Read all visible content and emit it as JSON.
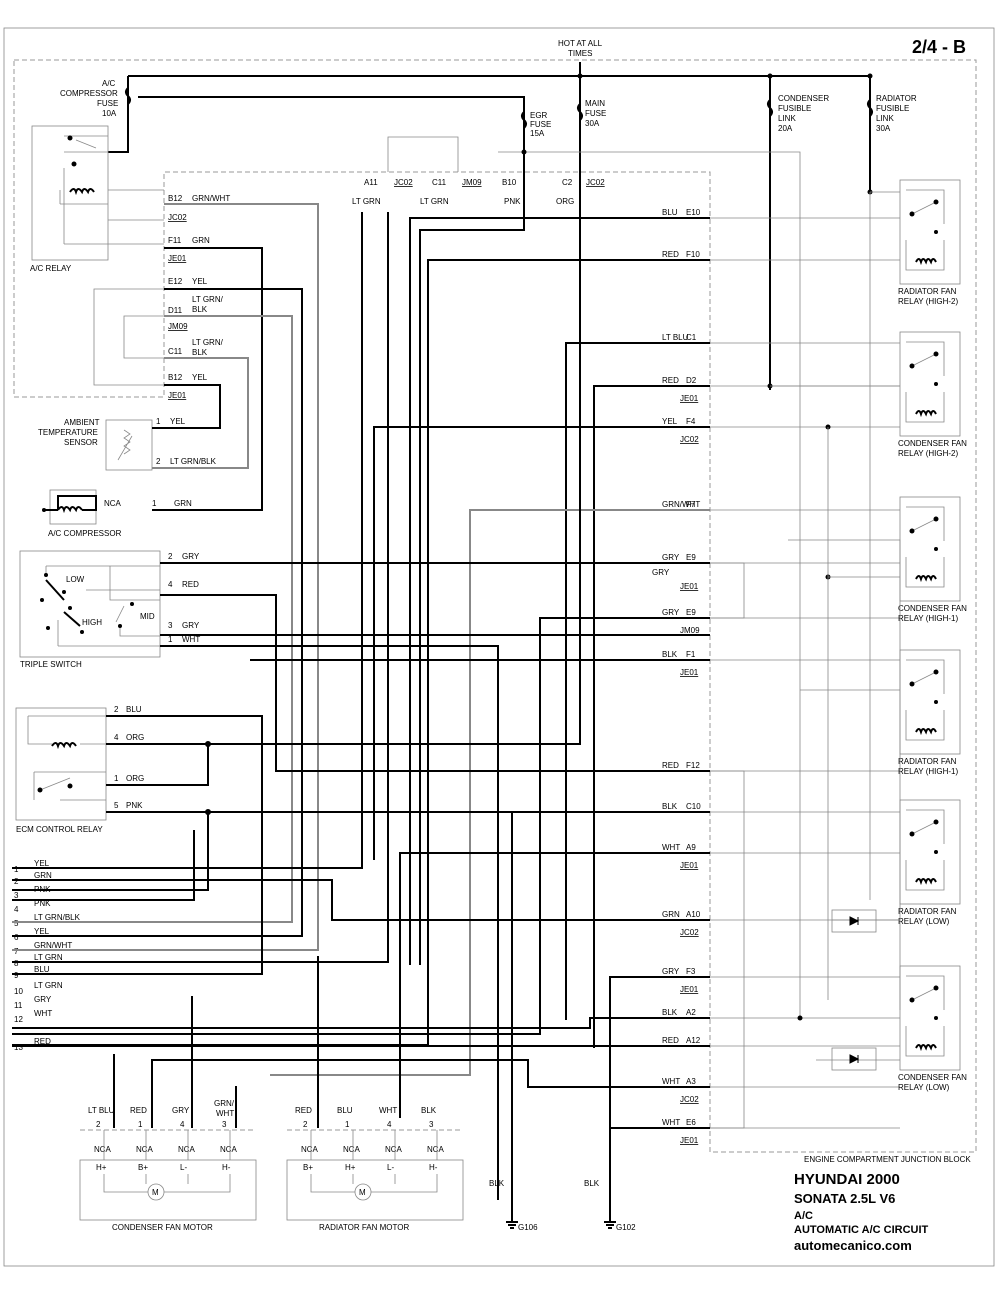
{
  "header": {
    "page_code": "2/4 - B",
    "power_label_1": "HOT AT ALL",
    "power_label_2": "TIMES"
  },
  "footer": {
    "brand": "HYUNDAI  2000",
    "model": "SONATA  2.5L  V6",
    "system": "A/C",
    "circuit": "AUTOMATIC A/C CIRCUIT",
    "site": "automecanico.com",
    "block_label": "ENGINE COMPARTMENT JUNCTION BLOCK"
  },
  "fuses": {
    "ac_comp": [
      "A/C",
      "COMPRESSOR",
      "FUSE",
      "10A"
    ],
    "egr": [
      "EGR",
      "FUSE",
      "15A"
    ],
    "main": [
      "MAIN",
      "FUSE",
      "30A"
    ],
    "condenser_link": [
      "CONDENSER",
      "FUSIBLE",
      "LINK",
      "20A"
    ],
    "radiator_link": [
      "RADIATOR",
      "FUSIBLE",
      "LINK",
      "30A"
    ]
  },
  "components": {
    "ac_relay": "A/C RELAY",
    "ambient_1": "AMBIENT",
    "ambient_2": "TEMPERATURE",
    "ambient_3": "SENSOR",
    "ac_compressor": "A/C COMPRESSOR",
    "triple_switch": "TRIPLE SWITCH",
    "ecm_relay": "ECM CONTROL RELAY",
    "condenser_motor": "CONDENSER FAN MOTOR",
    "radiator_motor": "RADIATOR FAN MOTOR",
    "ts_low": "LOW",
    "ts_high": "HIGH",
    "ts_mid": "MID",
    "nca": "NCA"
  },
  "relays": [
    {
      "l1": "RADIATOR FAN",
      "l2": "RELAY (HIGH-2)"
    },
    {
      "l1": "CONDENSER FAN",
      "l2": "RELAY (HIGH-2)"
    },
    {
      "l1": "CONDENSER FAN",
      "l2": "RELAY (HIGH-1)"
    },
    {
      "l1": "RADIATOR FAN",
      "l2": "RELAY (HIGH-1)"
    },
    {
      "l1": "RADIATOR FAN",
      "l2": "RELAY (LOW)"
    },
    {
      "l1": "CONDENSER FAN",
      "l2": "RELAY (LOW)"
    }
  ],
  "top_pins": [
    {
      "pin": "A11",
      "conn": "JC02",
      "wire": "LT GRN"
    },
    {
      "pin": "C11",
      "conn": "JM09",
      "wire": "LT GRN"
    },
    {
      "pin": "B10",
      "conn": "",
      "wire": "PNK"
    },
    {
      "pin": "C2",
      "conn": "JC02",
      "wire": "ORG"
    }
  ],
  "left_pins": [
    {
      "pin": "B12",
      "wire": "GRN/WHT",
      "conn": "JC02"
    },
    {
      "pin": "F11",
      "wire": "GRN",
      "conn": "JE01"
    },
    {
      "pin": "E12",
      "wire": "YEL",
      "conn": ""
    },
    {
      "pin": "D11",
      "wire": "LT GRN/",
      "wire2": "BLK",
      "conn": "JM09"
    },
    {
      "pin": "C11",
      "wire": "LT GRN/",
      "wire2": "BLK",
      "conn": ""
    },
    {
      "pin": "B12",
      "wire": "YEL",
      "conn": "JE01"
    }
  ],
  "right_pins": [
    {
      "wire": "BLU",
      "pin": "E10",
      "conn": ""
    },
    {
      "wire": "RED",
      "pin": "F10",
      "conn": ""
    },
    {
      "wire": "LT BLU",
      "pin": "C1",
      "conn": ""
    },
    {
      "wire": "RED",
      "pin": "D2",
      "conn": "JE01"
    },
    {
      "wire": "YEL",
      "pin": "F4",
      "conn": "JC02"
    },
    {
      "wire": "GRN/WHT",
      "pin": "F7",
      "conn": ""
    },
    {
      "wire": "GRY",
      "pin": "E9",
      "conn": "",
      "wire2": "GRY",
      "conn2": "JE01"
    },
    {
      "wire": "GRY",
      "pin": "E9",
      "conn": "JM09"
    },
    {
      "wire": "BLK",
      "pin": "F1",
      "conn": "JE01"
    },
    {
      "wire": "RED",
      "pin": "F12",
      "conn": ""
    },
    {
      "wire": "BLK",
      "pin": "C10",
      "conn": ""
    },
    {
      "wire": "WHT",
      "pin": "A9",
      "conn": "JE01"
    },
    {
      "wire": "GRN",
      "pin": "A10",
      "conn": "JC02"
    },
    {
      "wire": "GRY",
      "pin": "F3",
      "conn": "JE01"
    },
    {
      "wire": "BLK",
      "pin": "A2",
      "conn": ""
    },
    {
      "wire": "RED",
      "pin": "A12",
      "conn": ""
    },
    {
      "wire": "WHT",
      "pin": "A3",
      "conn": "JC02"
    },
    {
      "wire": "WHT",
      "pin": "E6",
      "conn": "JE01"
    }
  ],
  "sensor_pins": [
    {
      "pin": "1",
      "wire": "YEL"
    },
    {
      "pin": "2",
      "wire": "LT GRN/BLK"
    }
  ],
  "compressor_pin": {
    "nca": "NCA",
    "pin": "1",
    "wire": "GRN"
  },
  "triple_pins": [
    {
      "pin": "2",
      "wire": "GRY"
    },
    {
      "pin": "4",
      "wire": "RED"
    },
    {
      "pin": "3",
      "wire": "GRY"
    },
    {
      "pin": "1",
      "wire": "WHT"
    }
  ],
  "ecm_pins": [
    {
      "pin": "2",
      "wire": "BLU"
    },
    {
      "pin": "4",
      "wire": "ORG"
    },
    {
      "pin": "1",
      "wire": "ORG"
    },
    {
      "pin": "5",
      "wire": "PNK"
    }
  ],
  "ecm_connector": [
    {
      "n": "1",
      "wire": "YEL"
    },
    {
      "n": "2",
      "wire": "GRN"
    },
    {
      "n": "3",
      "wire": "PNK"
    },
    {
      "n": "4",
      "wire": "PNK"
    },
    {
      "n": "5",
      "wire": "LT GRN/BLK"
    },
    {
      "n": "6",
      "wire": "YEL"
    },
    {
      "n": "7",
      "wire": "GRN/WHT"
    },
    {
      "n": "8",
      "wire": "LT GRN"
    },
    {
      "n": "9",
      "wire": "BLU"
    },
    {
      "n": "10",
      "wire": "LT GRN"
    },
    {
      "n": "11",
      "wire": "GRY"
    },
    {
      "n": "12",
      "wire": "WHT"
    },
    {
      "n": "13",
      "wire": "RED"
    }
  ],
  "cond_motor_pins": [
    {
      "wire": "LT BLU",
      "pin": "2",
      "term": "H+"
    },
    {
      "wire": "RED",
      "pin": "1",
      "term": "B+"
    },
    {
      "wire": "GRY",
      "pin": "4",
      "term": "L-"
    },
    {
      "wire": "GRN/",
      "wire2": "WHT",
      "pin": "3",
      "term": "H-"
    }
  ],
  "rad_motor_pins": [
    {
      "wire": "RED",
      "pin": "2",
      "term": "B+"
    },
    {
      "wire": "BLU",
      "pin": "1",
      "term": "H+"
    },
    {
      "wire": "WHT",
      "pin": "4",
      "term": "L-"
    },
    {
      "wire": "BLK",
      "pin": "3",
      "term": "H-"
    }
  ],
  "grounds": [
    {
      "wire": "BLK",
      "name": "G106"
    },
    {
      "wire": "BLK",
      "name": "G102"
    }
  ]
}
